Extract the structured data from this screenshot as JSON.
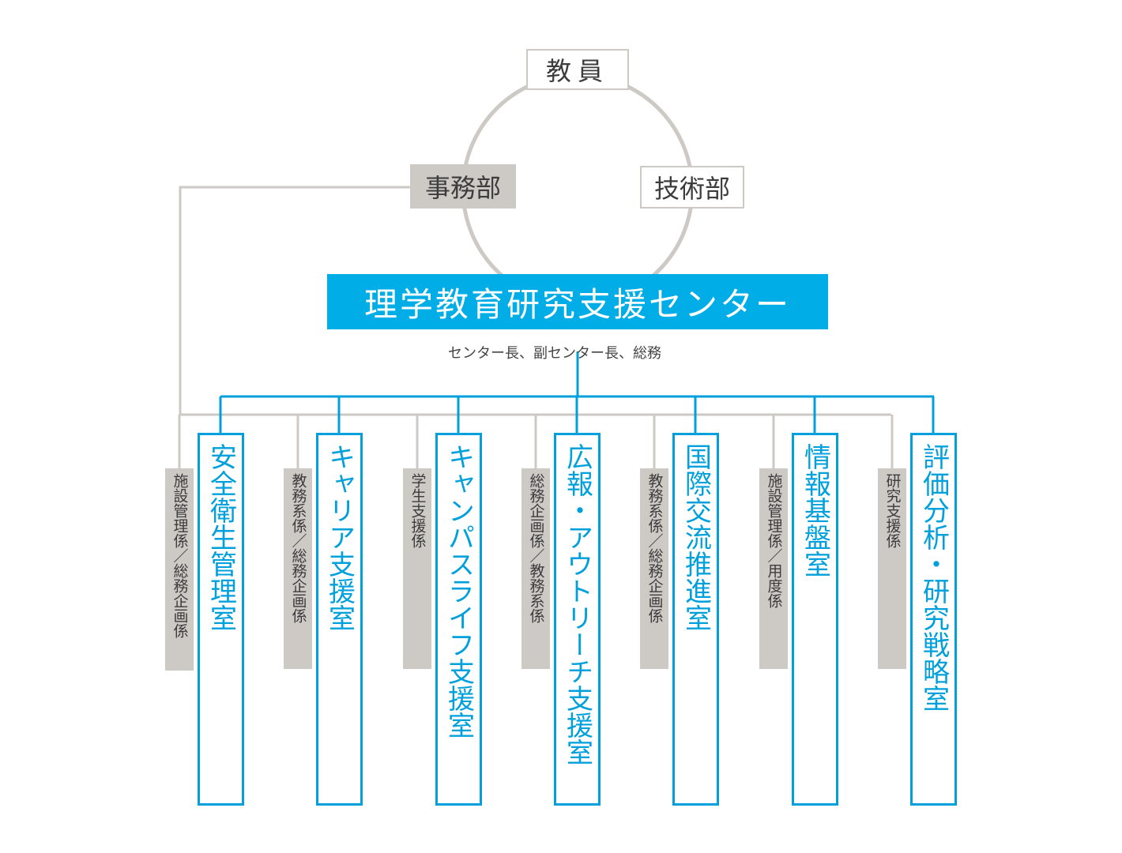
{
  "top": {
    "faculty": "教員",
    "admin": "事務部",
    "tech": "技術部",
    "center": "理学教育研究支援センター",
    "center_caption": "センター長、副センター長、総務"
  },
  "units": [
    {
      "section": "施設管理係／総務企画係",
      "office": "安全衛生管理室"
    },
    {
      "section": "教務系係／総務企画係",
      "office": "キャリア支援室"
    },
    {
      "section": "学生支援係",
      "office": "キャンパスライフ支援室"
    },
    {
      "section": "総務企画係／教務系係",
      "office": "広報・アウトリーチ支援室"
    },
    {
      "section": "教務系係／総務企画係",
      "office": "国際交流推進室"
    },
    {
      "section": "施設管理係／用度係",
      "office": "情報基盤室"
    },
    {
      "section": "研究支援係",
      "office": "評価分析・研究戦略室"
    }
  ],
  "colors": {
    "blue": "#00ade6",
    "line_blue": "#00a0dc",
    "gray": "#cdc9c5",
    "text": "#3c3c3c"
  }
}
